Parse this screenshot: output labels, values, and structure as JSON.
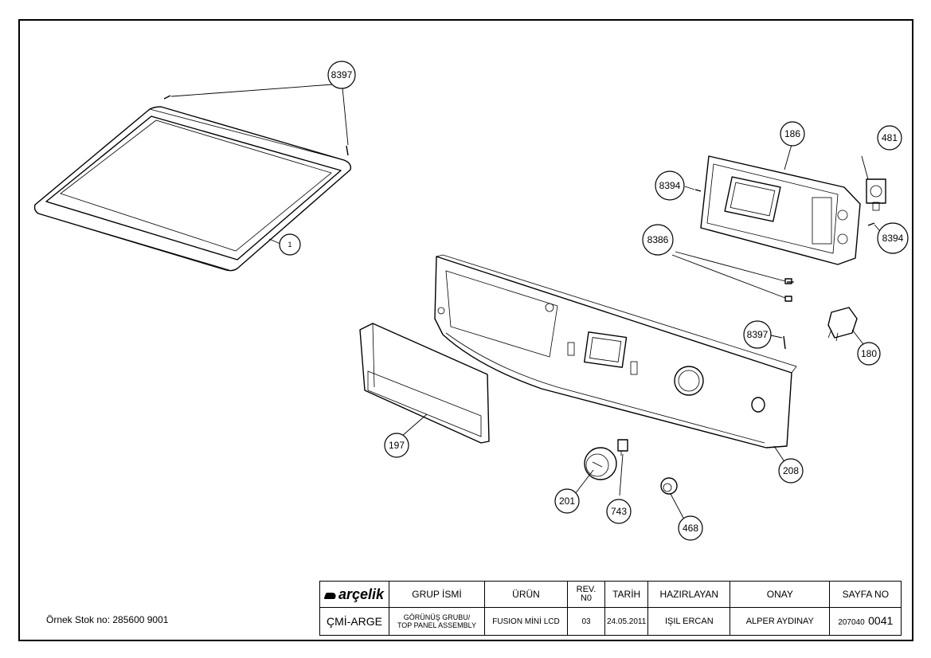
{
  "callouts": {
    "c8397_top": "8397",
    "c1": "1",
    "c186": "186",
    "c481": "481",
    "c8394_left": "8394",
    "c8394_right": "8394",
    "c8386": "8386",
    "c8397_mid": "8397",
    "c180": "180",
    "c197": "197",
    "c208": "208",
    "c201": "201",
    "c743": "743",
    "c468": "468"
  },
  "stock_note": "Örnek Stok no: 285600 9001",
  "title_block": {
    "logo": "arçelik",
    "headers": {
      "group": "GRUP İSMİ",
      "product": "ÜRÜN",
      "rev_line1": "REV.",
      "rev_line2": "N0",
      "date": "TARİH",
      "prepared": "HAZIRLAYAN",
      "approved": "ONAY",
      "page": "SAYFA NO"
    },
    "values": {
      "department": "ÇMİ-ARGE",
      "group_line1": "GÖRÜNÜŞ GRUBU/",
      "group_line2": "TOP PANEL ASSEMBLY",
      "product": "FUSION MİNİ LCD",
      "rev": "03",
      "date": "24.05.2011",
      "prepared": "IŞIL ERCAN",
      "approved": "ALPER AYDINAY",
      "page_prefix": "207040",
      "page_number": "0041"
    }
  }
}
